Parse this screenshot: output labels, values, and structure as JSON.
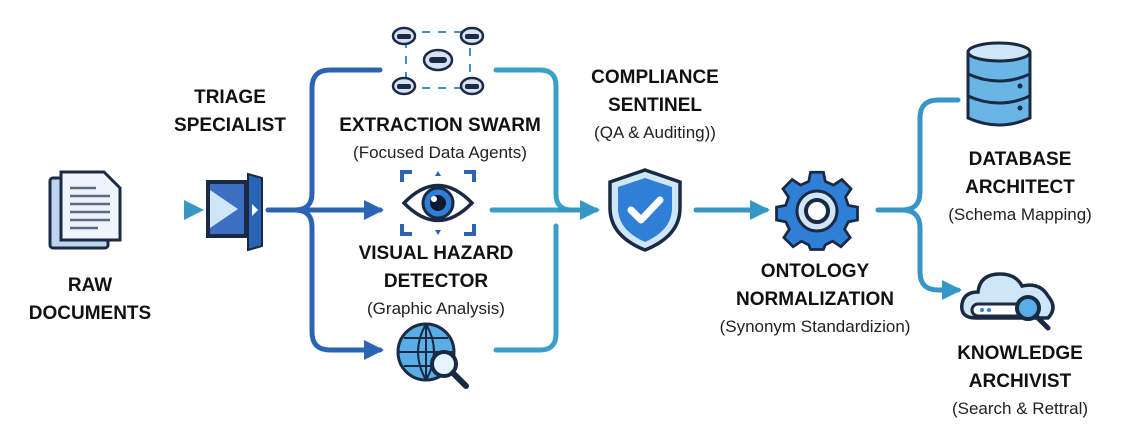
{
  "colors": {
    "dark_blue": "#2b63b5",
    "teal": "#3ba0c8",
    "ink": "#1b2a44",
    "light": "#cfe6f8"
  },
  "nodes": {
    "raw_documents": {
      "title1": "RAW",
      "title2": "DOCUMENTS",
      "icon": "document-icon"
    },
    "triage": {
      "title1": "TRIAGE",
      "title2": "SPECIALIST",
      "icon": "triage-door-icon"
    },
    "extraction": {
      "title1": "EXTRACTION SWARM",
      "subtitle": "(Focused Data Agents)",
      "icon": "robot-swarm-icon"
    },
    "visual": {
      "title1": "VISUAL HAZARD",
      "title2": "DETECTOR",
      "subtitle": "(Graphic Analysis)",
      "icon": "eye-icon"
    },
    "web": {
      "icon": "globe-search-icon"
    },
    "compliance": {
      "title1": "COMPLIANCE",
      "title2": "SENTINEL",
      "subtitle": "(QA & Auditing))",
      "icon": "shield-check-icon"
    },
    "ontology": {
      "title1": "ONTOLOGY",
      "title2": "NORMALIZATION",
      "subtitle": "(Synonym Standardizion)",
      "icon": "gear-icon"
    },
    "database": {
      "title1": "DATABASE",
      "title2": "ARCHITECT",
      "subtitle": "(Schema Mapping)",
      "icon": "database-icon"
    },
    "knowledge": {
      "title1": "KNOWLEDGE",
      "title2": "ARCHIVIST",
      "subtitle": "(Search & Rettral)",
      "icon": "cloud-search-icon"
    }
  }
}
